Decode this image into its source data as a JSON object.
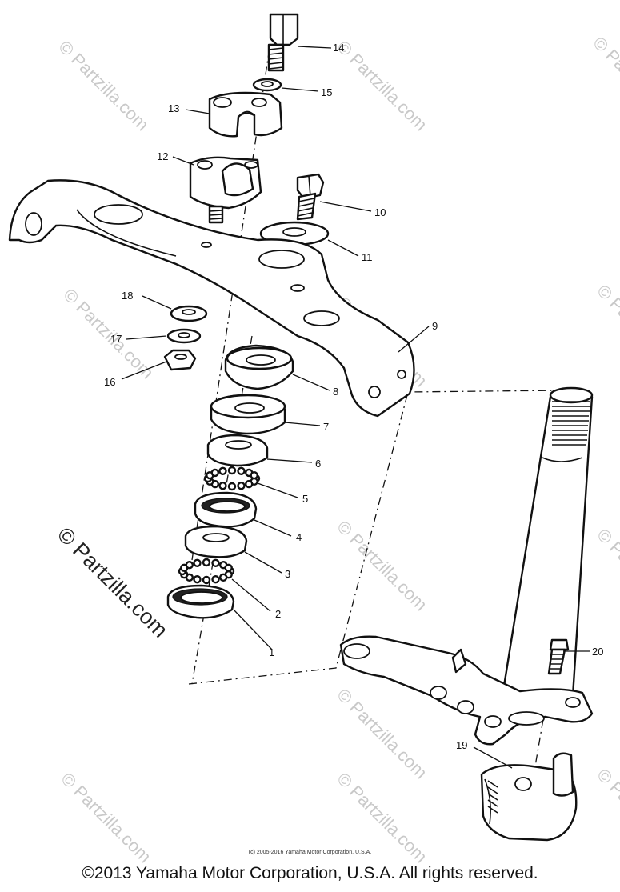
{
  "diagram": {
    "callouts": [
      "14",
      "15",
      "13",
      "12",
      "10",
      "11",
      "9",
      "18",
      "17",
      "16",
      "8",
      "7",
      "6",
      "5",
      "4",
      "3",
      "2",
      "1",
      "20",
      "19"
    ],
    "watermarks": [
      "© Partzilla.com",
      "© Partzilla.com",
      "© Partzilla.com",
      "© Partzilla.com",
      "© Partzilla.com",
      "© Partzilla.com",
      "© Partzilla.com",
      "© Partzilla.com",
      "© Partzilla.com",
      "© Partzilla.com",
      "© Partzilla.com",
      "© Partzilla.com",
      "© Partzilla.com"
    ]
  },
  "footer": {
    "fine_print": "(c) 2005-2016 Yamaha Motor Corporation, U.S.A.",
    "copyright": "©2013 Yamaha Motor Corporation, U.S.A. All rights reserved."
  }
}
